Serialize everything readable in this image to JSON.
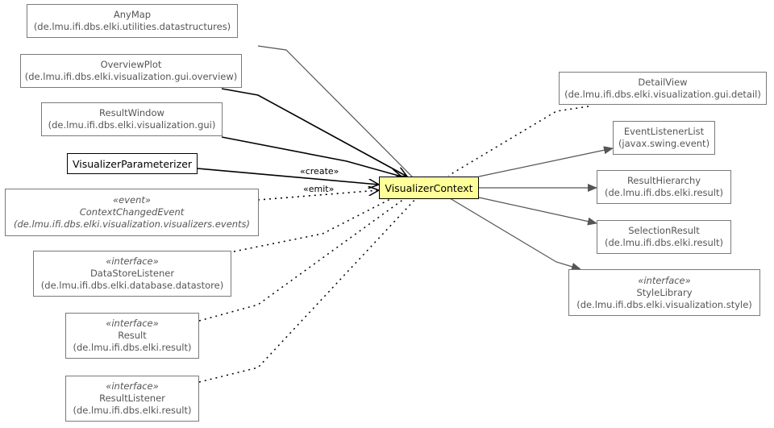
{
  "center": {
    "name": "VisualizerContext"
  },
  "left": [
    {
      "id": "anymap",
      "name": "AnyMap",
      "package": "(de.lmu.ifi.dbs.elki.utilities.datastructures)"
    },
    {
      "id": "overviewplot",
      "name": "OverviewPlot",
      "package": "(de.lmu.ifi.dbs.elki.visualization.gui.overview)"
    },
    {
      "id": "resultwindow",
      "name": "ResultWindow",
      "package": "(de.lmu.ifi.dbs.elki.visualization.gui)"
    },
    {
      "id": "visualizerparameterizer",
      "name": "VisualizerParameterizer"
    },
    {
      "id": "contextchangedevent",
      "stereotype": "«event»",
      "name": "ContextChangedEvent",
      "package": "(de.lmu.ifi.dbs.elki.visualization.visualizers.events)"
    },
    {
      "id": "datastorelistener",
      "stereotype": "«interface»",
      "name": "DataStoreListener",
      "package": "(de.lmu.ifi.dbs.elki.database.datastore)"
    },
    {
      "id": "result",
      "stereotype": "«interface»",
      "name": "Result",
      "package": "(de.lmu.ifi.dbs.elki.result)"
    },
    {
      "id": "resultlistener",
      "stereotype": "«interface»",
      "name": "ResultListener",
      "package": "(de.lmu.ifi.dbs.elki.result)"
    }
  ],
  "right": [
    {
      "id": "detailview",
      "name": "DetailView",
      "package": "(de.lmu.ifi.dbs.elki.visualization.gui.detail)"
    },
    {
      "id": "eventlistenerlist",
      "name": "EventListenerList",
      "package": "(javax.swing.event)"
    },
    {
      "id": "resulthierarchy",
      "name": "ResultHierarchy",
      "package": "(de.lmu.ifi.dbs.elki.result)"
    },
    {
      "id": "selectionresult",
      "name": "SelectionResult",
      "package": "(de.lmu.ifi.dbs.elki.result)"
    },
    {
      "id": "stylelibrary",
      "stereotype": "«interface»",
      "name": "StyleLibrary",
      "package": "(de.lmu.ifi.dbs.elki.visualization.style)"
    }
  ],
  "edge_labels": {
    "create": "«create»",
    "emit": "«emit»"
  }
}
